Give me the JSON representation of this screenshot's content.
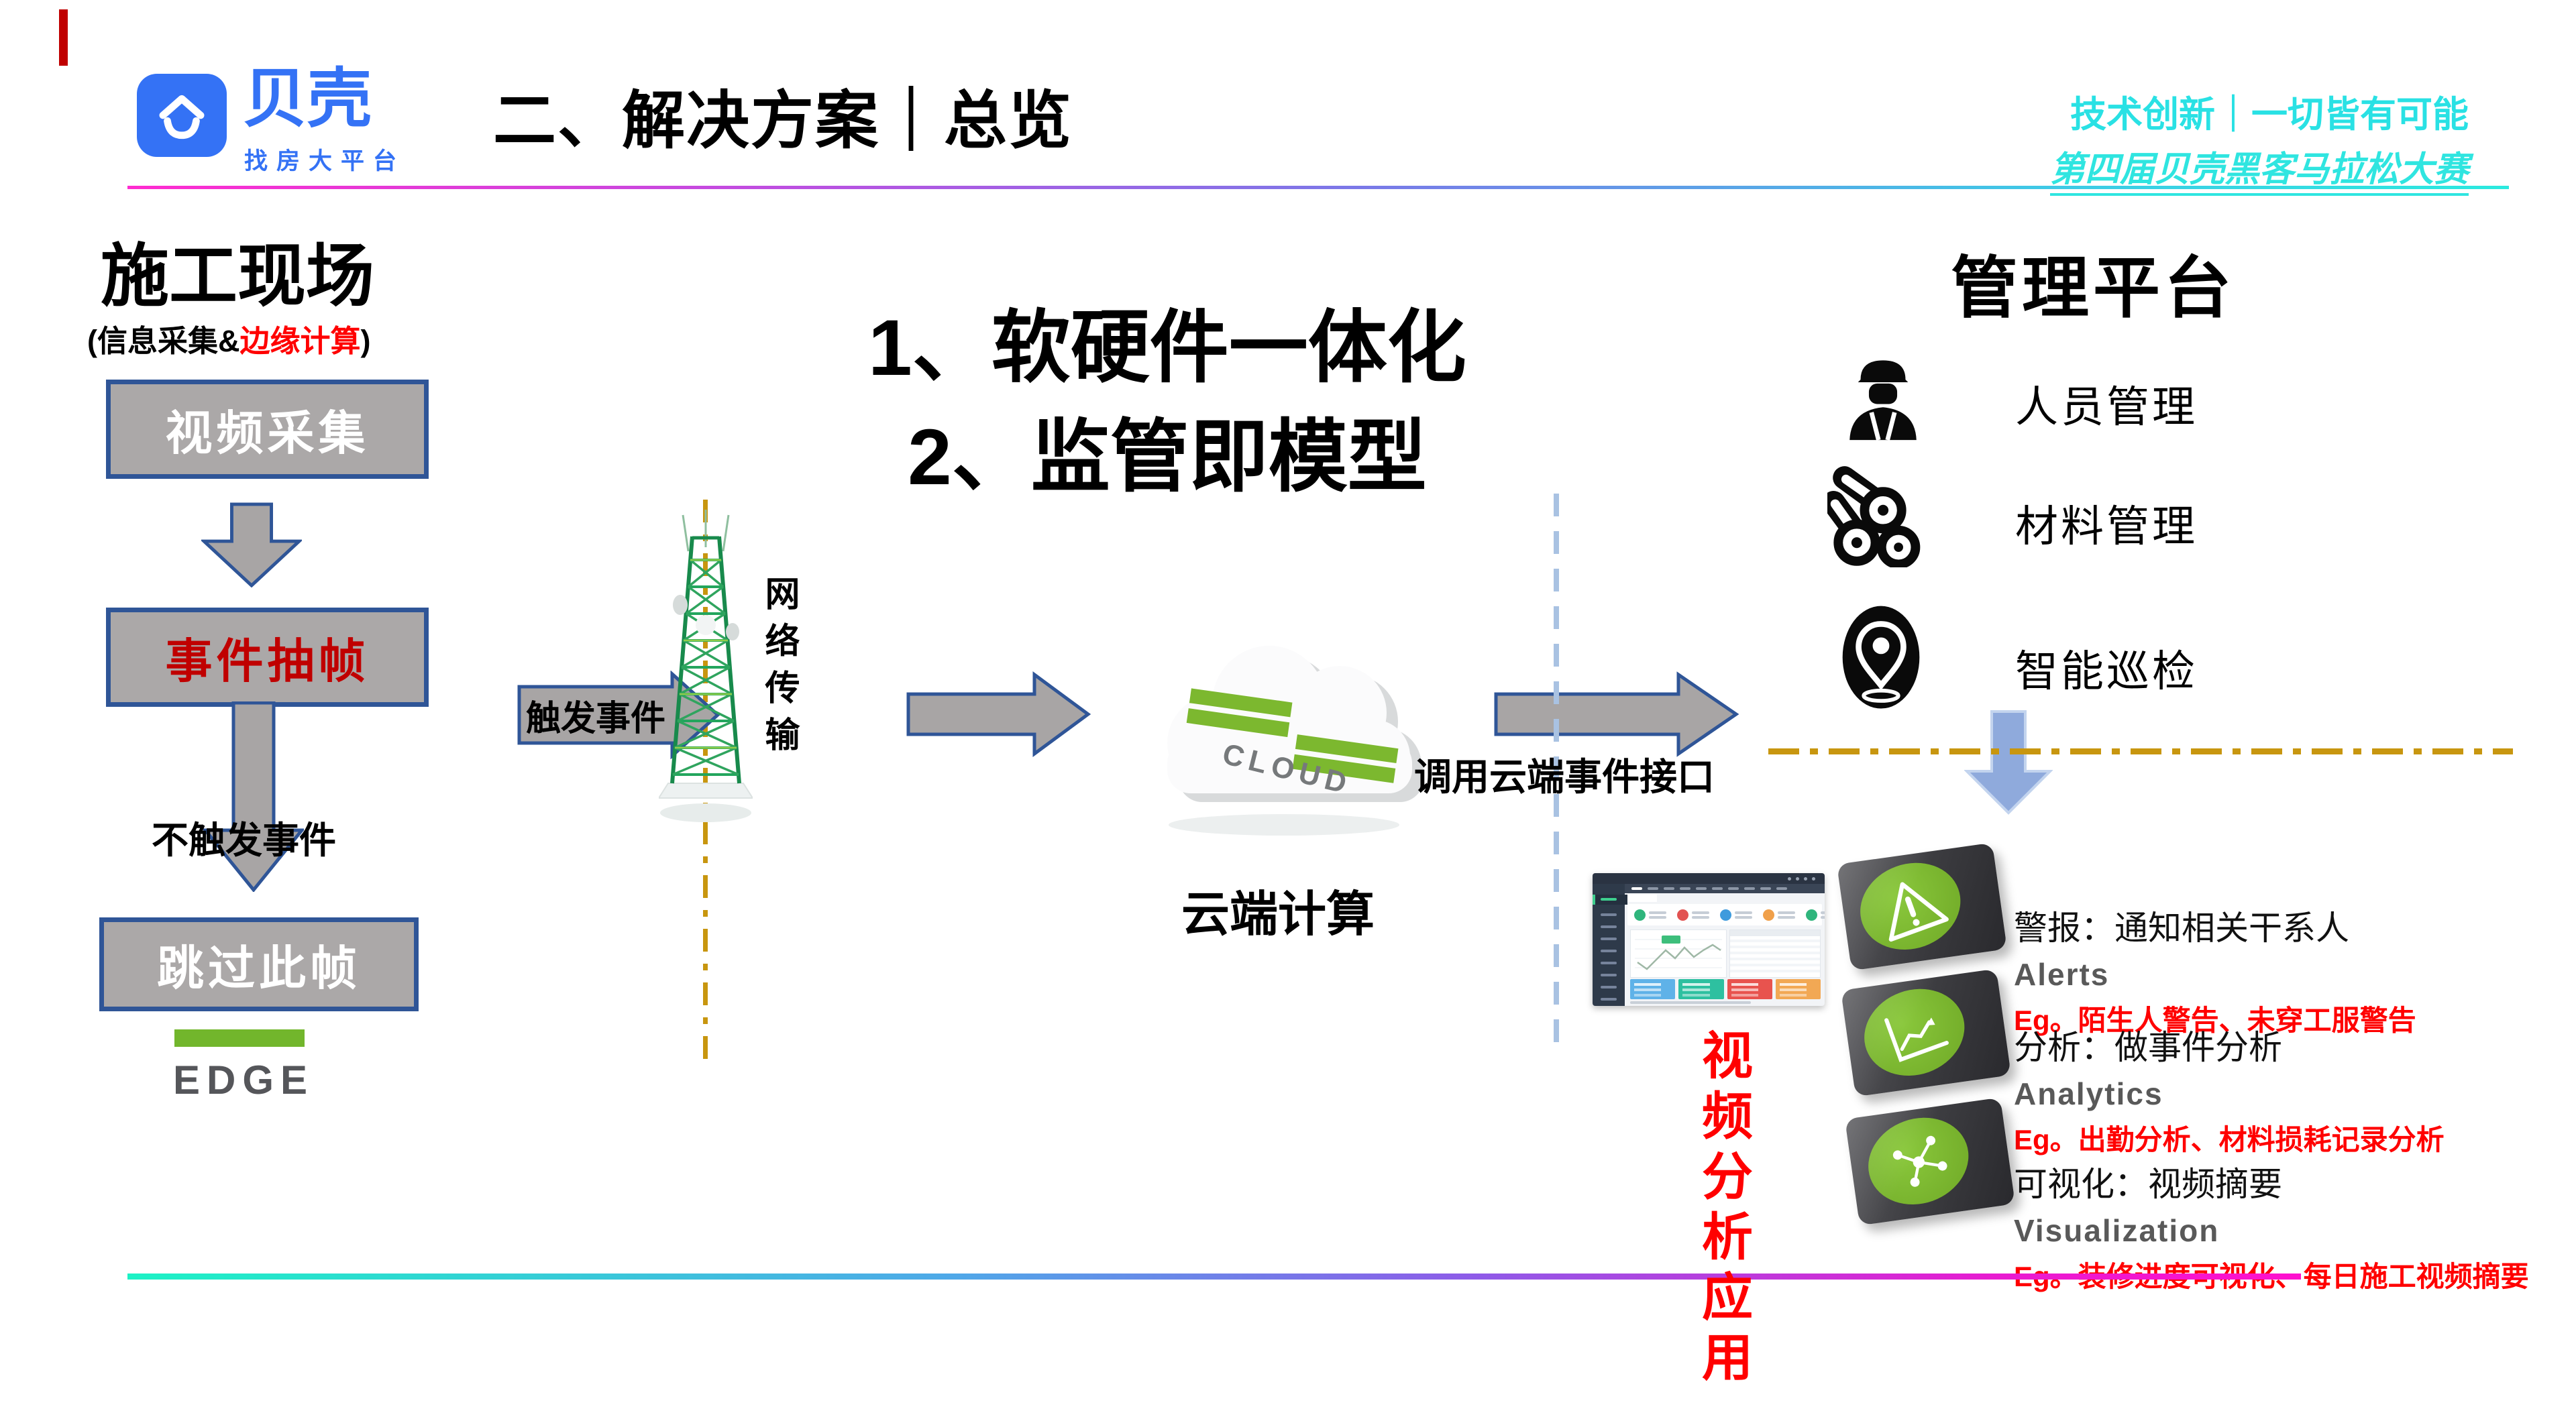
{
  "header": {
    "logo_text": "贝壳",
    "logo_subtext": "找房大平台",
    "title": "二、解决方案｜总览",
    "slogan": "技术创新｜一切皆有可能",
    "event_line": "第四届贝壳黑客马拉松大赛"
  },
  "site": {
    "title": "施工现场",
    "subtitle_prefix": "(信息采集&",
    "subtitle_highlight": "边缘计算",
    "subtitle_suffix": ")",
    "step_video": "视频采集",
    "step_event": "事件抽帧",
    "no_trigger_label": "不触发事件",
    "step_skip": "跳过此帧",
    "edge_label": "EDGE"
  },
  "center": {
    "headline_line1": "1、软硬件一体化",
    "headline_line2": "2、监管即模型",
    "trigger_label": "触发事件",
    "network_label": "网络传输",
    "cloud_word": "CLOUD",
    "cloud_caption": "云端计算",
    "api_label": "调用云端事件接口"
  },
  "platform": {
    "title": "管理平台",
    "items": [
      {
        "label": "人员管理",
        "icon": "worker-icon"
      },
      {
        "label": "材料管理",
        "icon": "materials-icon"
      },
      {
        "label": "智能巡检",
        "icon": "location-pin-icon"
      }
    ],
    "outputs": [
      {
        "title": "警报：通知相关干系人",
        "en": "Alerts",
        "eg": "Eg。陌生人警告、未穿工服警告",
        "icon": "alert-triangle-icon"
      },
      {
        "title": "分析：做事件分析",
        "en": "Analytics",
        "eg": "Eg。出勤分析、材料损耗记录分析",
        "icon": "line-chart-icon"
      },
      {
        "title": "可视化：视频摘要",
        "en": "Visualization",
        "eg": "Eg。装修进度可视化、每日施工视频摘要",
        "icon": "network-graph-icon"
      }
    ],
    "vertical_label": "视频分析应用"
  },
  "colors": {
    "brand_blue": "#3472F5",
    "cyan": "#29E1E4",
    "red": "#FF0000",
    "dark_red": "#C00000",
    "box_gray": "#ABA8A8",
    "box_border": "#2F5597",
    "arrow_gray": "#A8A5A5",
    "green": "#72B62C",
    "gold": "#C8960F",
    "dash_blue": "#A9C2E2",
    "arrow_light_blue": "#8FAADC",
    "gray_text": "#595959"
  }
}
